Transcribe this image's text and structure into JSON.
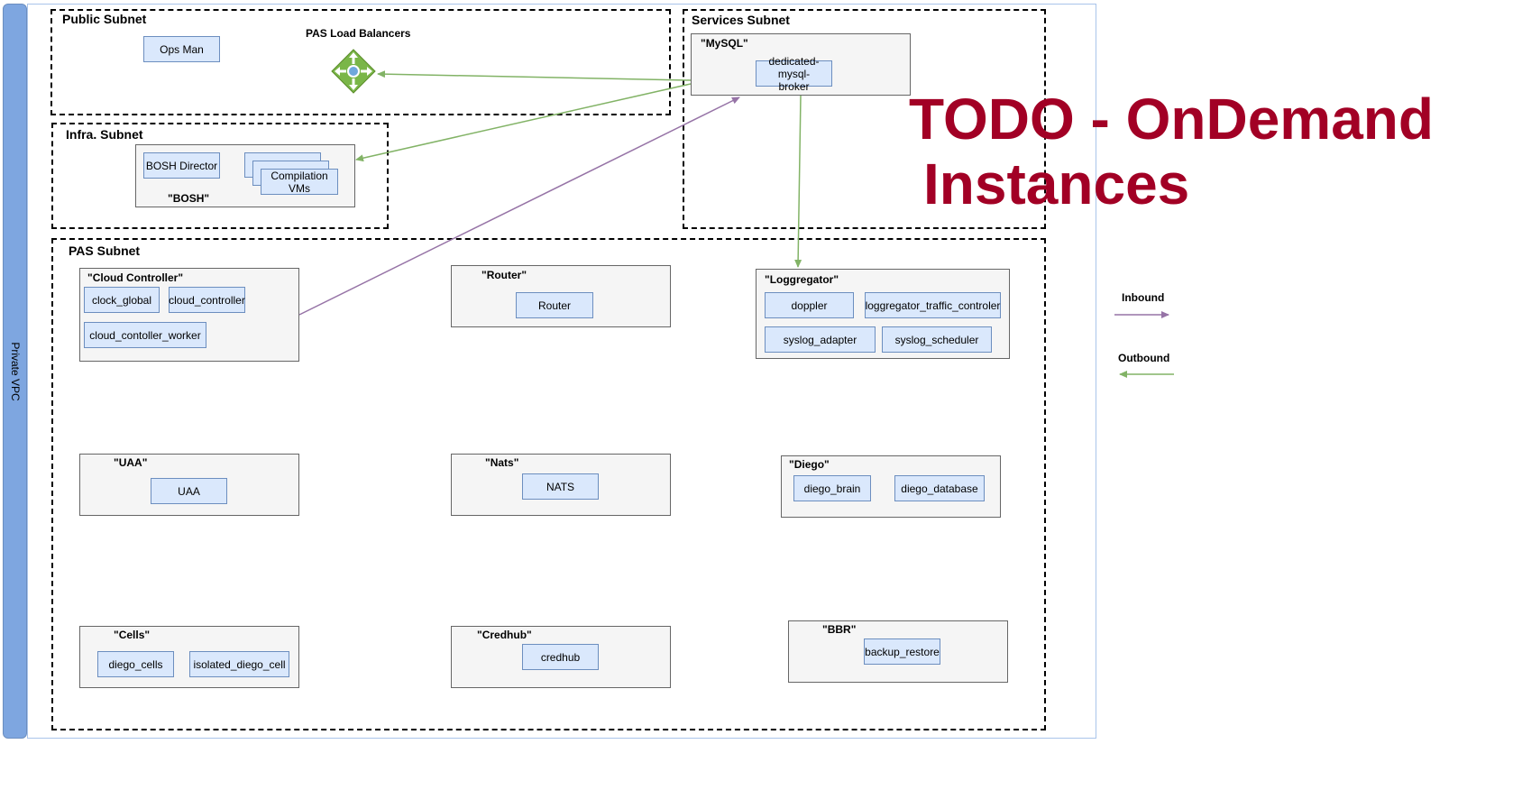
{
  "vpc": {
    "label": "Private VPC"
  },
  "subnets": {
    "public": "Public Subnet",
    "services": "Services Subnet",
    "infra": "Infra. Subnet",
    "pas": "PAS Subnet"
  },
  "public": {
    "ops_man": "Ops Man",
    "load_balancers": "PAS Load Balancers"
  },
  "services": {
    "mysql_group": "\"MySQL\"",
    "broker": "dedicated-mysql-broker"
  },
  "infra": {
    "bosh_director": "BOSH Director",
    "compilation_vms": "Compilation VMs",
    "bosh_group": "\"BOSH\""
  },
  "pas": {
    "cloud_controller": {
      "title": "\"Cloud Controller\"",
      "items": [
        "clock_global",
        "cloud_controller",
        "cloud_contoller_worker"
      ]
    },
    "router": {
      "title": "\"Router\"",
      "items": [
        "Router"
      ]
    },
    "loggregator": {
      "title": "\"Loggregator\"",
      "items": [
        "doppler",
        "loggregator_traffic_controler",
        "syslog_adapter",
        "syslog_scheduler"
      ]
    },
    "uaa": {
      "title": "\"UAA\"",
      "items": [
        "UAA"
      ]
    },
    "nats": {
      "title": "\"Nats\"",
      "items": [
        "NATS"
      ]
    },
    "diego": {
      "title": "\"Diego\"",
      "items": [
        "diego_brain",
        "diego_database"
      ]
    },
    "cells": {
      "title": "\"Cells\"",
      "items": [
        "diego_cells",
        "isolated_diego_cell"
      ]
    },
    "credhub": {
      "title": "\"Credhub\"",
      "items": [
        "credhub"
      ]
    },
    "bbr": {
      "title": "\"BBR\"",
      "items": [
        "backup_restore"
      ]
    }
  },
  "todo": {
    "line1": "TODO - OnDemand",
    "line2": "Instances"
  },
  "legend": {
    "inbound": "Inbound",
    "outbound": "Outbound"
  },
  "colors": {
    "inbound": "#9673a6",
    "outbound": "#82b366",
    "todo": "#a20025"
  }
}
